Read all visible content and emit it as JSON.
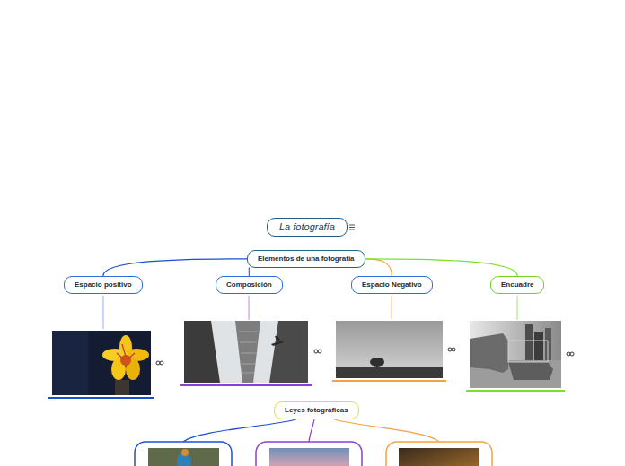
{
  "diagram": {
    "nodes": [
      {
        "text": [
          "La fotografía"
        ]
      },
      {
        "text": [
          "Elementos de una fotografía"
        ]
      },
      {
        "text": [
          "Espacio positivo"
        ]
      },
      {
        "text": [
          "Composición"
        ]
      },
      {
        "text": [
          "Espacio Negativo"
        ]
      },
      {
        "text": [
          "Encuadre"
        ]
      },
      {
        "text": [
          "Leyes fotográficas"
        ]
      }
    ],
    "edges": [
      {
        "from": 1,
        "to": 2,
        "arrow": "none"
      },
      {
        "from": 1,
        "to": 3,
        "arrow": "none"
      },
      {
        "from": 1,
        "to": 4,
        "arrow": "none"
      },
      {
        "from": 1,
        "to": 5,
        "arrow": "none"
      }
    ]
  }
}
